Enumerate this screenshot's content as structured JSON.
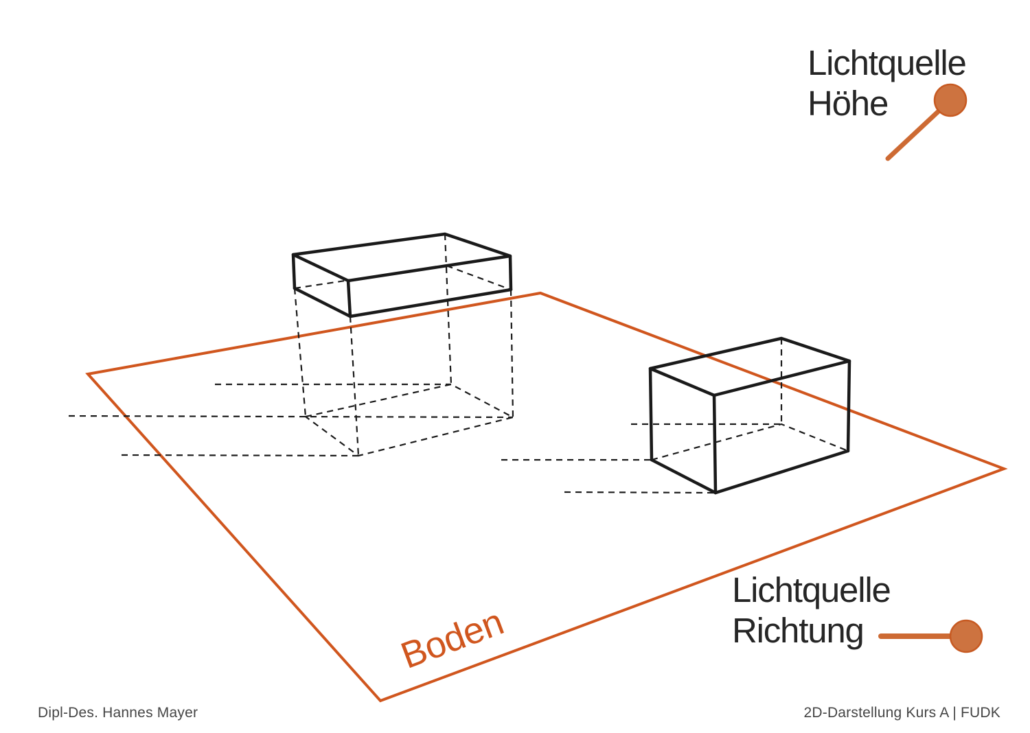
{
  "slide": {
    "background": "#ffffff"
  },
  "colors": {
    "orange_line": "#d0561e",
    "pin_fill": "#cd7340",
    "pin_stroke": "#c75a22",
    "black_line": "#1a1a1a",
    "heading_text": "#262626",
    "footer_text": "#454545"
  },
  "labels": {
    "light_height": {
      "line1": "Lichtquelle",
      "line2": "Höhe"
    },
    "light_direction": {
      "line1": "Lichtquelle",
      "line2": "Richtung"
    },
    "ground": "Boden"
  },
  "icons": {
    "light_height_pin": "light-height-pin-icon",
    "light_direction_pin": "light-direction-pin-icon"
  },
  "footer": {
    "author": "Dipl-Des. Hannes Mayer",
    "course": "2D-Darstellung Kurs A | FUDK"
  }
}
